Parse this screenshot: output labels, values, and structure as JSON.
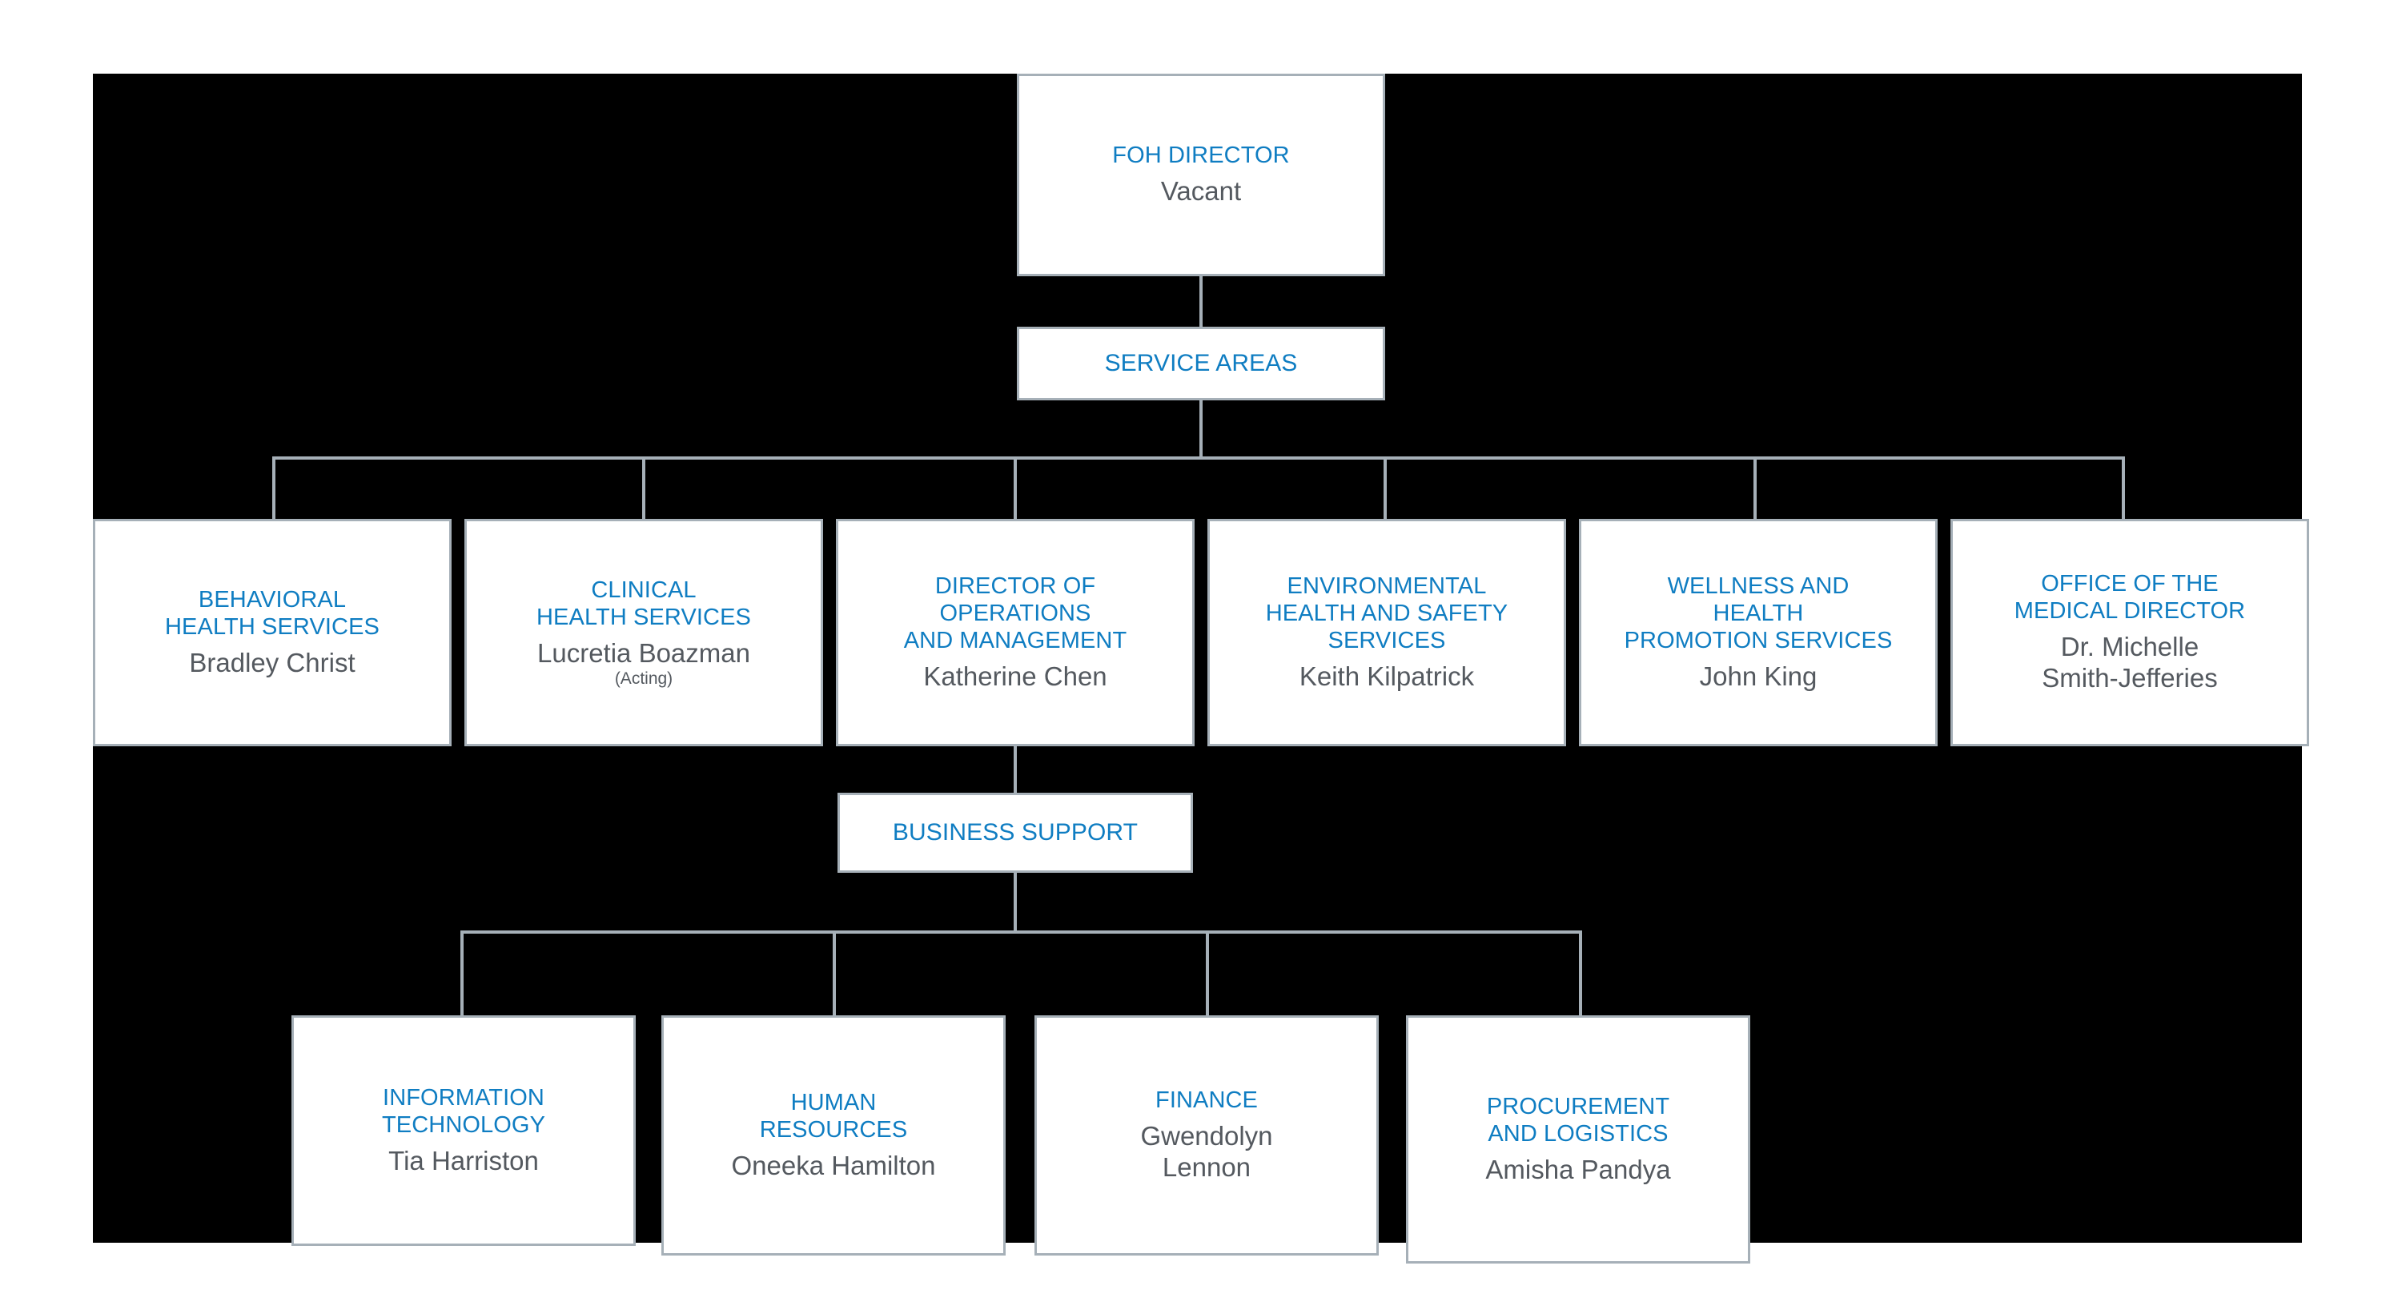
{
  "colors": {
    "background": "#000000",
    "page": "#ffffff",
    "box_fill": "#ffffff",
    "box_border": "#a6b0b8",
    "connector": "#a6b0b8",
    "title_blue": "#0f7dc2",
    "person_gray": "#54595f"
  },
  "nodes": {
    "director": {
      "title": "FOH DIRECTOR",
      "person": "Vacant"
    },
    "service_areas_header": {
      "title": "SERVICE AREAS"
    },
    "business_support_header": {
      "title": "BUSINESS SUPPORT"
    }
  },
  "service_areas": [
    {
      "title": "BEHAVIORAL\nHEALTH SERVICES",
      "person": "Bradley Christ",
      "sub": ""
    },
    {
      "title": "CLINICAL\nHEALTH SERVICES",
      "person": "Lucretia Boazman",
      "sub": "(Acting)"
    },
    {
      "title": "DIRECTOR OF\nOPERATIONS\nAND MANAGEMENT",
      "person": "Katherine Chen",
      "sub": ""
    },
    {
      "title": "ENVIRONMENTAL\nHEALTH AND SAFETY\nSERVICES",
      "person": "Keith Kilpatrick",
      "sub": ""
    },
    {
      "title": "WELLNESS AND\nHEALTH\nPROMOTION SERVICES",
      "person": "John King",
      "sub": ""
    },
    {
      "title": "OFFICE OF THE\nMEDICAL DIRECTOR",
      "person": "Dr. Michelle\nSmith-Jefferies",
      "sub": ""
    }
  ],
  "business_support": [
    {
      "title": "INFORMATION\nTECHNOLOGY",
      "person": "Tia Harriston",
      "sub": ""
    },
    {
      "title": "HUMAN\nRESOURCES",
      "person": "Oneeka Hamilton",
      "sub": ""
    },
    {
      "title": "FINANCE",
      "person": "Gwendolyn\nLennon",
      "sub": ""
    },
    {
      "title": "PROCUREMENT\nAND LOGISTICS",
      "person": "Amisha Pandya",
      "sub": ""
    }
  ]
}
